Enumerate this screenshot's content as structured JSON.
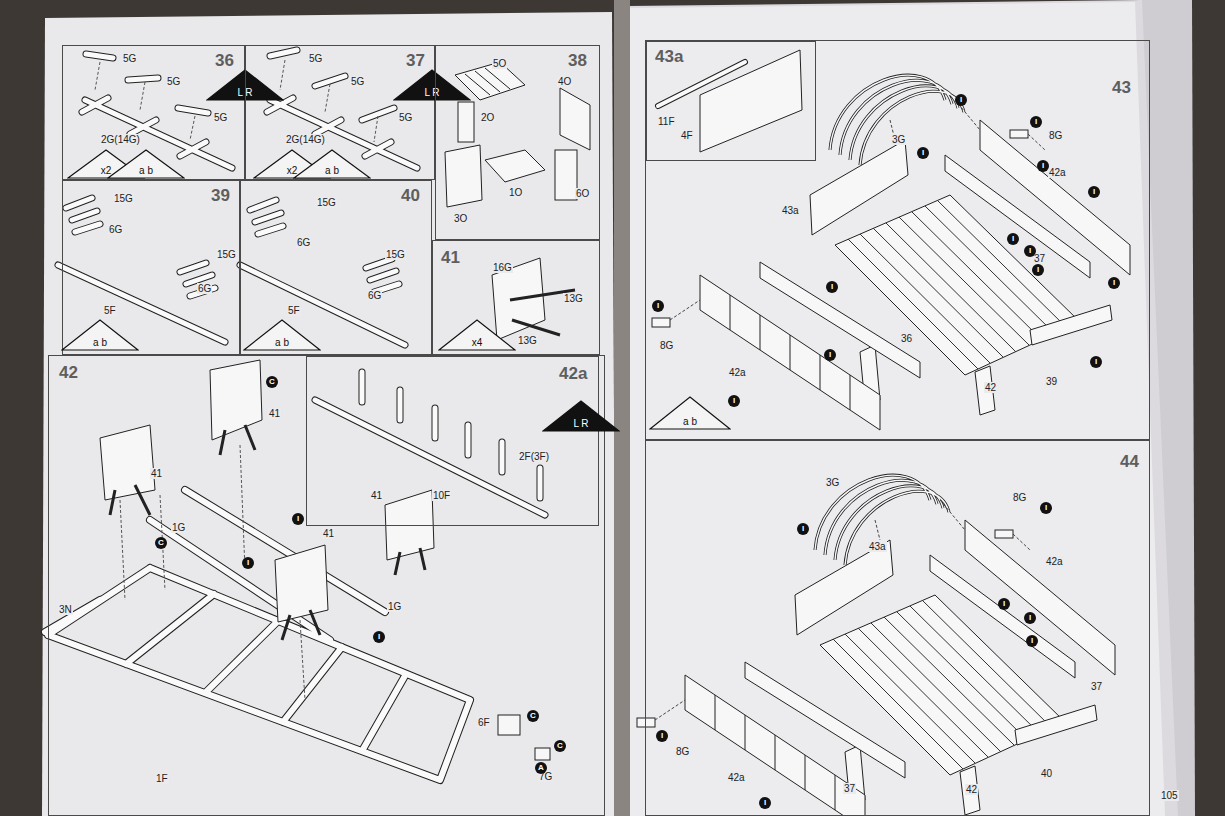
{
  "diagram": {
    "nodes": [
      {
        "text": [
          "36"
        ]
      },
      {
        "text": [
          "L R"
        ],
        "in": 0
      },
      {
        "text": [
          "x2"
        ],
        "in": 0
      },
      {
        "text": [
          "a b"
        ],
        "in": 0
      },
      {
        "text": [
          "37"
        ]
      },
      {
        "text": [
          "L R"
        ],
        "in": 4
      },
      {
        "text": [
          "x2"
        ],
        "in": 4
      },
      {
        "text": [
          "a b"
        ],
        "in": 4
      },
      {
        "text": [
          "38"
        ]
      },
      {
        "text": [
          "39"
        ]
      },
      {
        "text": [
          "a b"
        ],
        "in": 9
      },
      {
        "text": [
          "40"
        ]
      },
      {
        "text": [
          "a b"
        ],
        "in": 11
      },
      {
        "text": [
          "41"
        ]
      },
      {
        "text": [
          "x4"
        ],
        "in": 13
      },
      {
        "text": [
          "42"
        ]
      },
      {
        "text": [
          "42a"
        ],
        "in": 15
      },
      {
        "text": [
          "L R"
        ],
        "in": 16
      },
      {
        "text": [
          "43"
        ]
      },
      {
        "text": [
          "43a"
        ],
        "in": 18
      },
      {
        "text": [
          "a b"
        ],
        "in": 18
      },
      {
        "text": [
          "44"
        ]
      }
    ],
    "labels": [
      "5G",
      "5G",
      "5G",
      "2G(14G)",
      "5G",
      "5G",
      "5G",
      "2G(14G)",
      "5O",
      "4O",
      "2O",
      "1O",
      "3O",
      "6O",
      "15G",
      "6G",
      "15G",
      "6G",
      "5F",
      "15G",
      "6G",
      "15G",
      "6G",
      "5F",
      "16G",
      "13G",
      "13G",
      "41",
      "41",
      "41",
      "1G",
      "1G",
      "3N",
      "1F",
      "6F",
      "7G",
      "C",
      "C",
      "C",
      "C",
      "A",
      "I",
      "I",
      "I",
      "2F(3F)",
      "41",
      "10F",
      "11F",
      "4F",
      "3G",
      "8G",
      "42a",
      "43a",
      "37",
      "36",
      "42",
      "39",
      "42a",
      "8G",
      "I",
      "I",
      "I",
      "I",
      "I",
      "I",
      "I",
      "I",
      "I",
      "I",
      "I",
      "I",
      "I",
      "I",
      "3G",
      "8G",
      "43a",
      "42a",
      "37",
      "40",
      "42",
      "37",
      "42a",
      "8G",
      "I",
      "I",
      "I",
      "I",
      "I",
      "I",
      "I",
      "105"
    ]
  }
}
